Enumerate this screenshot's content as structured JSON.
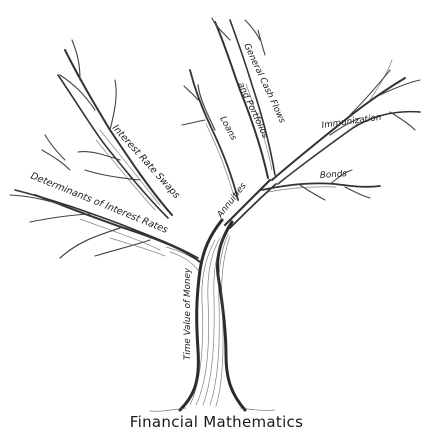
{
  "title": "Financial Mathematics",
  "labels": {
    "trunk": "Time Value of Money",
    "interest_rate_swaps": "Interest Rate Swaps",
    "determinants": "Determinants of Interest Rates",
    "annuities": "Annuities",
    "loans": "Loans",
    "general_cash_flows_line1": "General Cash Flows",
    "general_cash_flows_line2": "and Portfolios",
    "immunization": "Immunization",
    "bonds": "Bonds"
  }
}
